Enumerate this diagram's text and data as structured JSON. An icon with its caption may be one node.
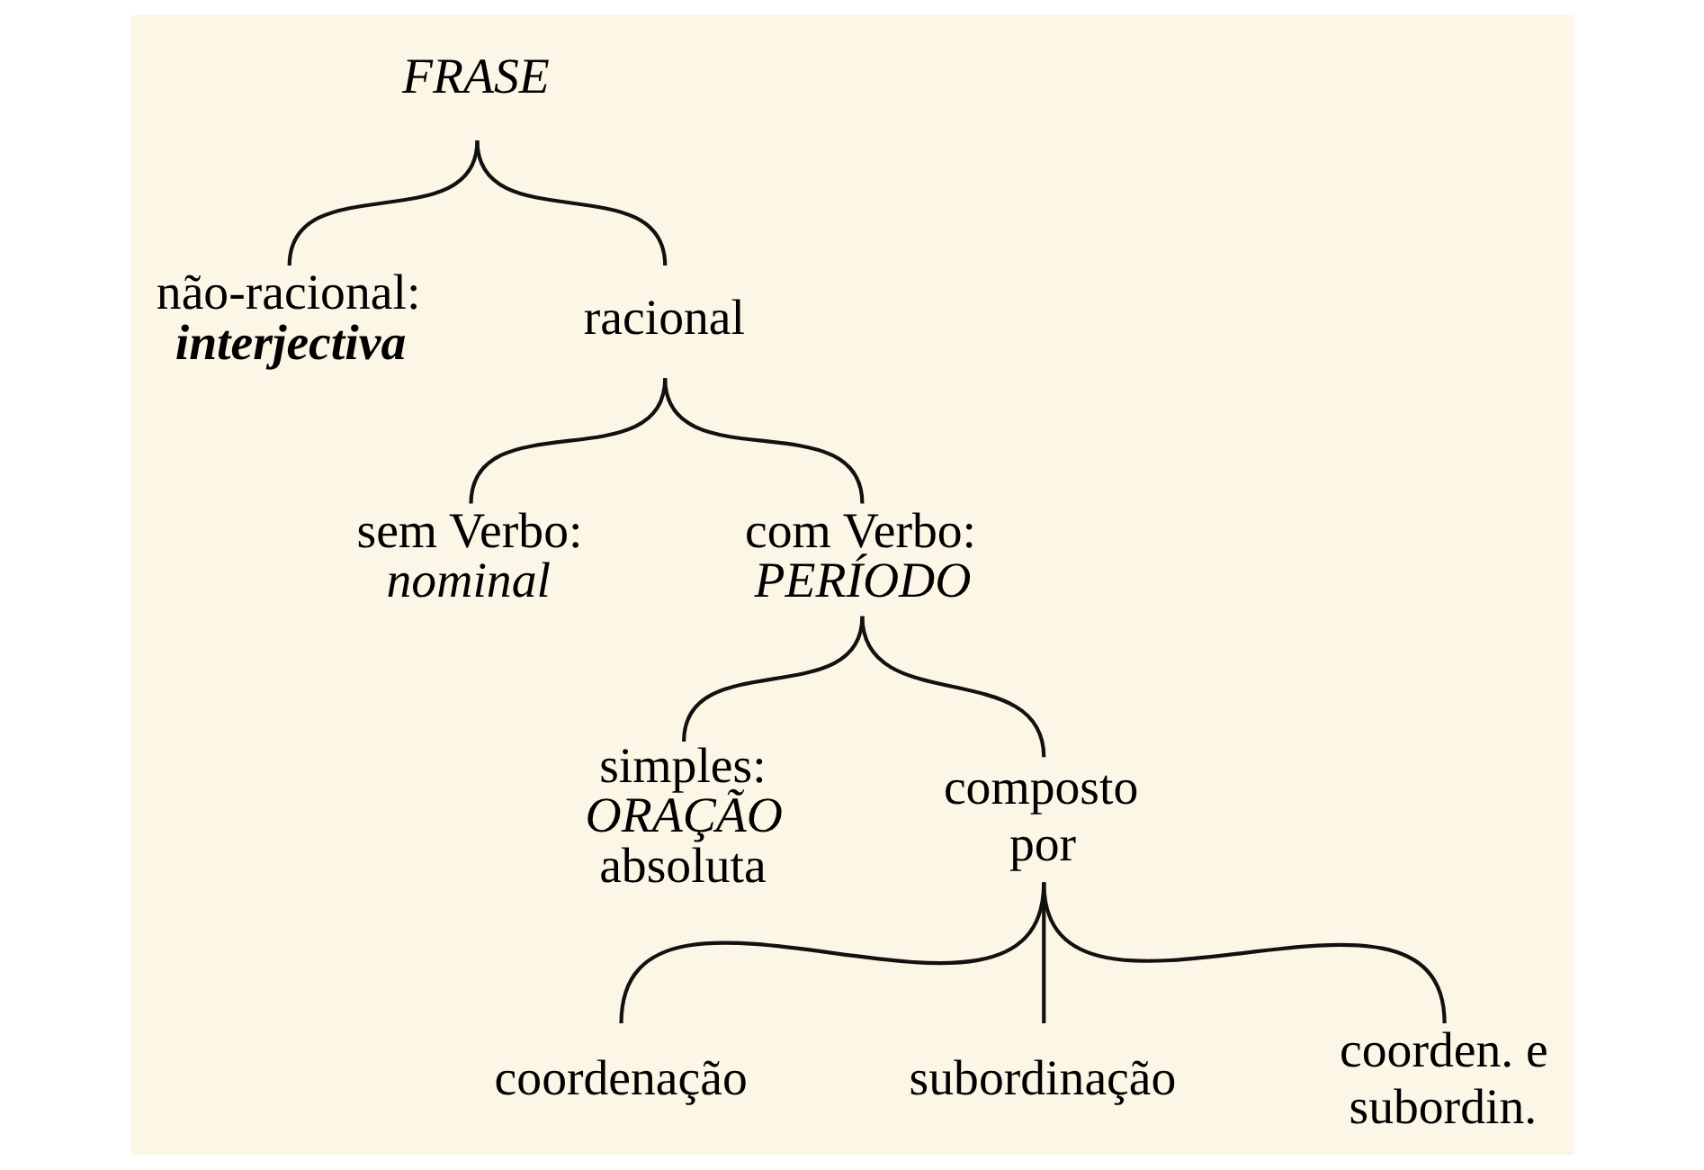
{
  "diagram": {
    "nodes": [
      {
        "text": [
          "FRASE"
        ]
      },
      {
        "text": [
          "não-racional:",
          "interjectiva"
        ]
      },
      {
        "text": [
          "racional"
        ]
      },
      {
        "text": [
          "sem Verbo:",
          "nominal"
        ]
      },
      {
        "text": [
          "com Verbo:",
          "PERÍODO"
        ]
      },
      {
        "text": [
          "simples:",
          "ORAÇÃO",
          "absoluta"
        ]
      },
      {
        "text": [
          "composto por"
        ]
      },
      {
        "text": [
          "coordenação"
        ]
      },
      {
        "text": [
          "subordinação"
        ]
      },
      {
        "text": [
          "coorden. e subordin."
        ]
      }
    ],
    "edges": [
      {
        "from": 0,
        "to": 1,
        "arrow": "none"
      },
      {
        "from": 0,
        "to": 2,
        "arrow": "none"
      },
      {
        "from": 2,
        "to": 3,
        "arrow": "none"
      },
      {
        "from": 2,
        "to": 4,
        "arrow": "none"
      },
      {
        "from": 4,
        "to": 5,
        "arrow": "none"
      },
      {
        "from": 4,
        "to": 6,
        "arrow": "none"
      },
      {
        "from": 6,
        "to": 7,
        "arrow": "none"
      },
      {
        "from": 6,
        "to": 8,
        "arrow": "none"
      },
      {
        "from": 6,
        "to": 9,
        "arrow": "none"
      }
    ]
  }
}
